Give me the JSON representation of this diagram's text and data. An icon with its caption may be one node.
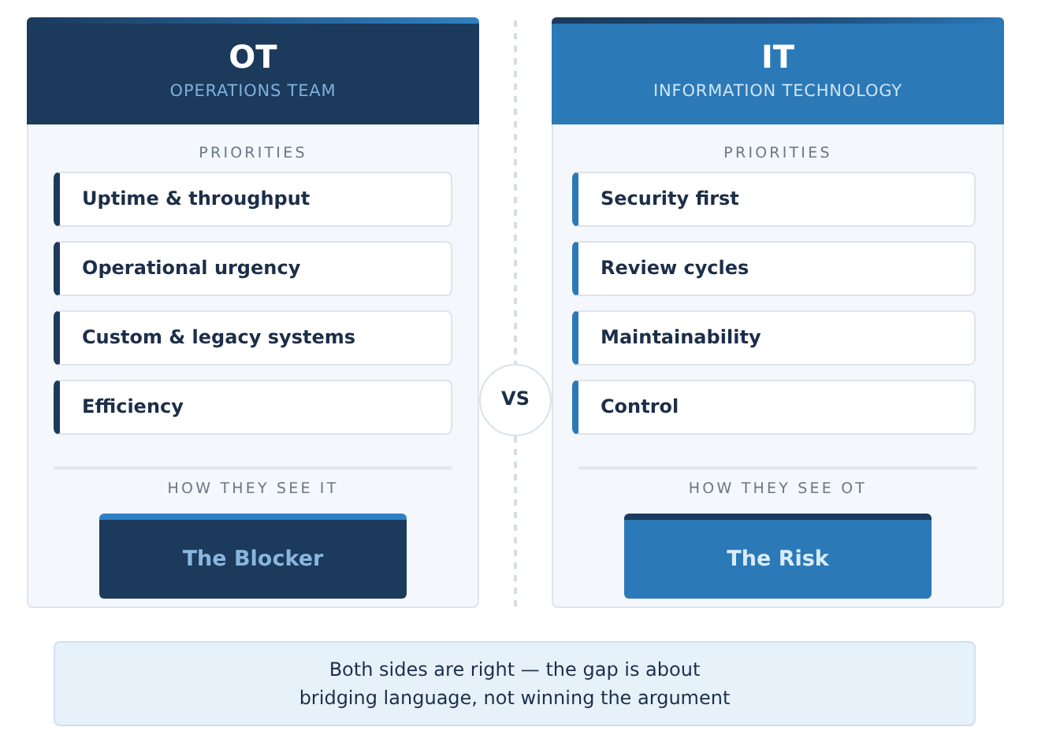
{
  "diagram": {
    "nodes": [
      {
        "text": [
          "PRIORITIES",
          "HOW THEY SEE IT"
        ]
      },
      {
        "text": [
          "OT",
          "OPERATIONS TEAM"
        ],
        "in": 0
      },
      {
        "text": [
          "Uptime & throughput"
        ],
        "in": 0
      },
      {
        "text": [
          "Operational urgency"
        ],
        "in": 0
      },
      {
        "text": [
          "Custom & legacy systems"
        ],
        "in": 0
      },
      {
        "text": [
          "Efficiency"
        ],
        "in": 0
      },
      {
        "text": [
          "The Blocker"
        ],
        "in": 0
      },
      {
        "text": [
          "VS"
        ]
      },
      {
        "text": [
          "PRIORITIES",
          "HOW THEY SEE OT"
        ]
      },
      {
        "text": [
          "IT",
          "INFORMATION TECHNOLOGY"
        ],
        "in": 8
      },
      {
        "text": [
          "Security first"
        ],
        "in": 8
      },
      {
        "text": [
          "Review cycles"
        ],
        "in": 8
      },
      {
        "text": [
          "Maintainability"
        ],
        "in": 8
      },
      {
        "text": [
          "Control"
        ],
        "in": 8
      },
      {
        "text": [
          "The Risk"
        ],
        "in": 8
      },
      {
        "text": [
          "Both sides are right — the gap is about bridging language, not winning the argument"
        ]
      }
    ]
  }
}
